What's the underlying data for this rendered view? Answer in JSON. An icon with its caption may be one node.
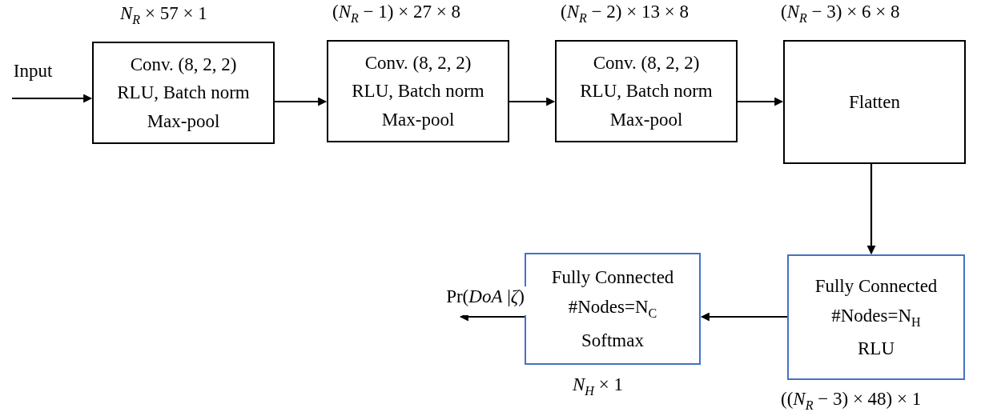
{
  "diagram": {
    "nodes": [
      {
        "text": [
          "Input"
        ]
      },
      {
        "text": [
          "Conv. (8, 2, 2)",
          "RLU, Batch norm",
          "Max-pool"
        ],
        "beside": [
          "*N*$_{R}$ × 57 × 1"
        ]
      },
      {
        "text": [
          "Conv. (8, 2, 2)",
          "RLU, Batch norm",
          "Max-pool"
        ],
        "beside": [
          "(*N*$_{R}$ − 1) × 27 × 8"
        ]
      },
      {
        "text": [
          "Conv. (8, 2, 2)",
          "RLU, Batch norm",
          "Max-pool"
        ],
        "beside": [
          "(*N*$_{R}$ − 2) × 13 × 8"
        ]
      },
      {
        "text": [
          "Flatten"
        ],
        "beside": [
          "(*N*$_{R}$ − 3) × 6 × 8"
        ]
      },
      {
        "text": [
          "Fully Connected",
          "#Nodes=N$_{H}$",
          "RLU"
        ],
        "beside": [
          "((*N*$_{R}$ − 3) × 48) × 1"
        ]
      },
      {
        "text": [
          "Fully Connected",
          "#Nodes=N$_{C}$",
          "Softmax"
        ],
        "beside": [
          "*N*$_{H}$ × 1"
        ]
      },
      {
        "text": [
          "Pr(*DoA* |*ζ*)"
        ]
      }
    ],
    "edges": [
      {
        "from": 0,
        "to": 1,
        "arrow": "to"
      },
      {
        "from": 1,
        "to": 2,
        "arrow": "to"
      },
      {
        "from": 2,
        "to": 3,
        "arrow": "to"
      },
      {
        "from": 3,
        "to": 4,
        "arrow": "to"
      },
      {
        "from": 4,
        "to": 5,
        "arrow": "to"
      },
      {
        "from": 5,
        "to": 6,
        "arrow": "to"
      },
      {
        "from": 6,
        "to": 7,
        "arrow": "to"
      }
    ]
  }
}
